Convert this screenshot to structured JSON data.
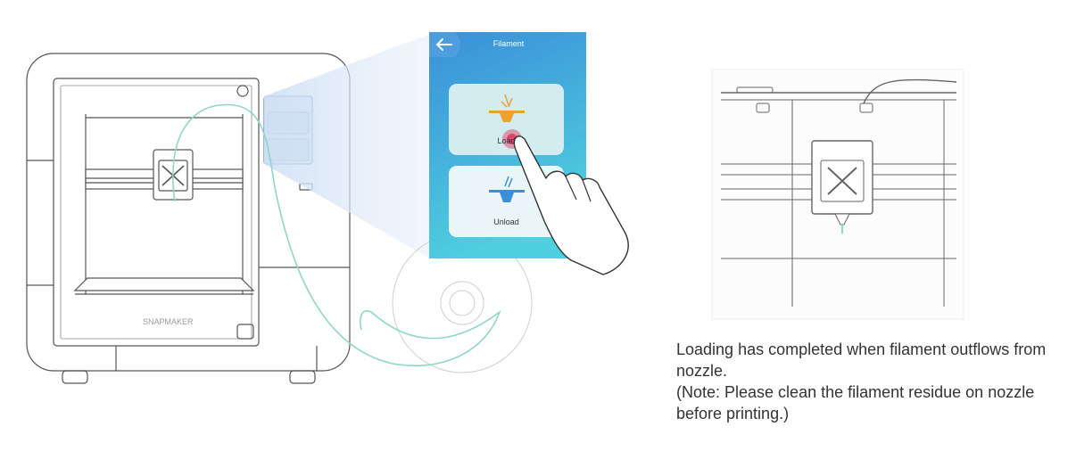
{
  "screen": {
    "title": "Filament",
    "load_label": "Load",
    "unload_label": "Unload"
  },
  "printer": {
    "brand": "SNAPMAKER"
  },
  "caption": {
    "line1": "Loading has completed when filament outflows from nozzle.",
    "line2": "(Note: Please clean the filament residue on nozzle before printing.)"
  },
  "colors": {
    "screen_gradient_top": "#3a8fd8",
    "screen_gradient_bottom": "#48c7e0",
    "filament": "#8fd6c8",
    "accent_orange": "#f0a030",
    "accent_blue": "#3a8fd8",
    "tap_indicator": "#e0305a"
  }
}
